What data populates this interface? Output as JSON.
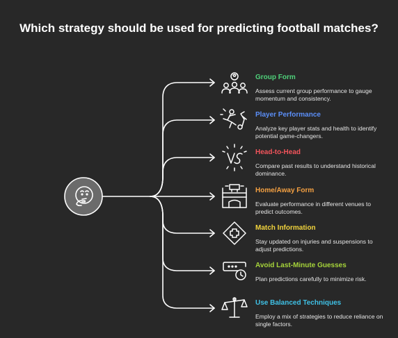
{
  "title": "Which strategy should be used for predicting football matches?",
  "center_icon": "thinking-face-icon",
  "items": [
    {
      "title": "Group Form",
      "desc": "Assess current group performance to gauge momentum and consistency.",
      "color": "#4fd17a",
      "icon": "team-group-icon"
    },
    {
      "title": "Player Performance",
      "desc": "Analyze key player stats and health to identify potential game-changers.",
      "color": "#5b8ff9",
      "icon": "player-kick-icon"
    },
    {
      "title": "Head-to-Head",
      "desc": "Compare past results to understand historical dominance.",
      "color": "#f2545b",
      "icon": "versus-icon"
    },
    {
      "title": "Home/Away Form",
      "desc": "Evaluate performance in different venues to predict outcomes.",
      "color": "#f5a142",
      "icon": "stadium-icon"
    },
    {
      "title": "Match Information",
      "desc": "Stay updated on injuries and suspensions to adjust predictions.",
      "color": "#f2d43d",
      "icon": "medical-cross-icon"
    },
    {
      "title": "Avoid Last-Minute Guesses",
      "desc": "Plan predictions carefully to minimize risk.",
      "color": "#a6d43a",
      "icon": "password-clock-icon"
    },
    {
      "title": "Use Balanced Techniques",
      "desc": "Employ a mix of strategies to reduce reliance on single factors.",
      "color": "#3fc1e6",
      "icon": "balance-scale-icon"
    }
  ]
}
